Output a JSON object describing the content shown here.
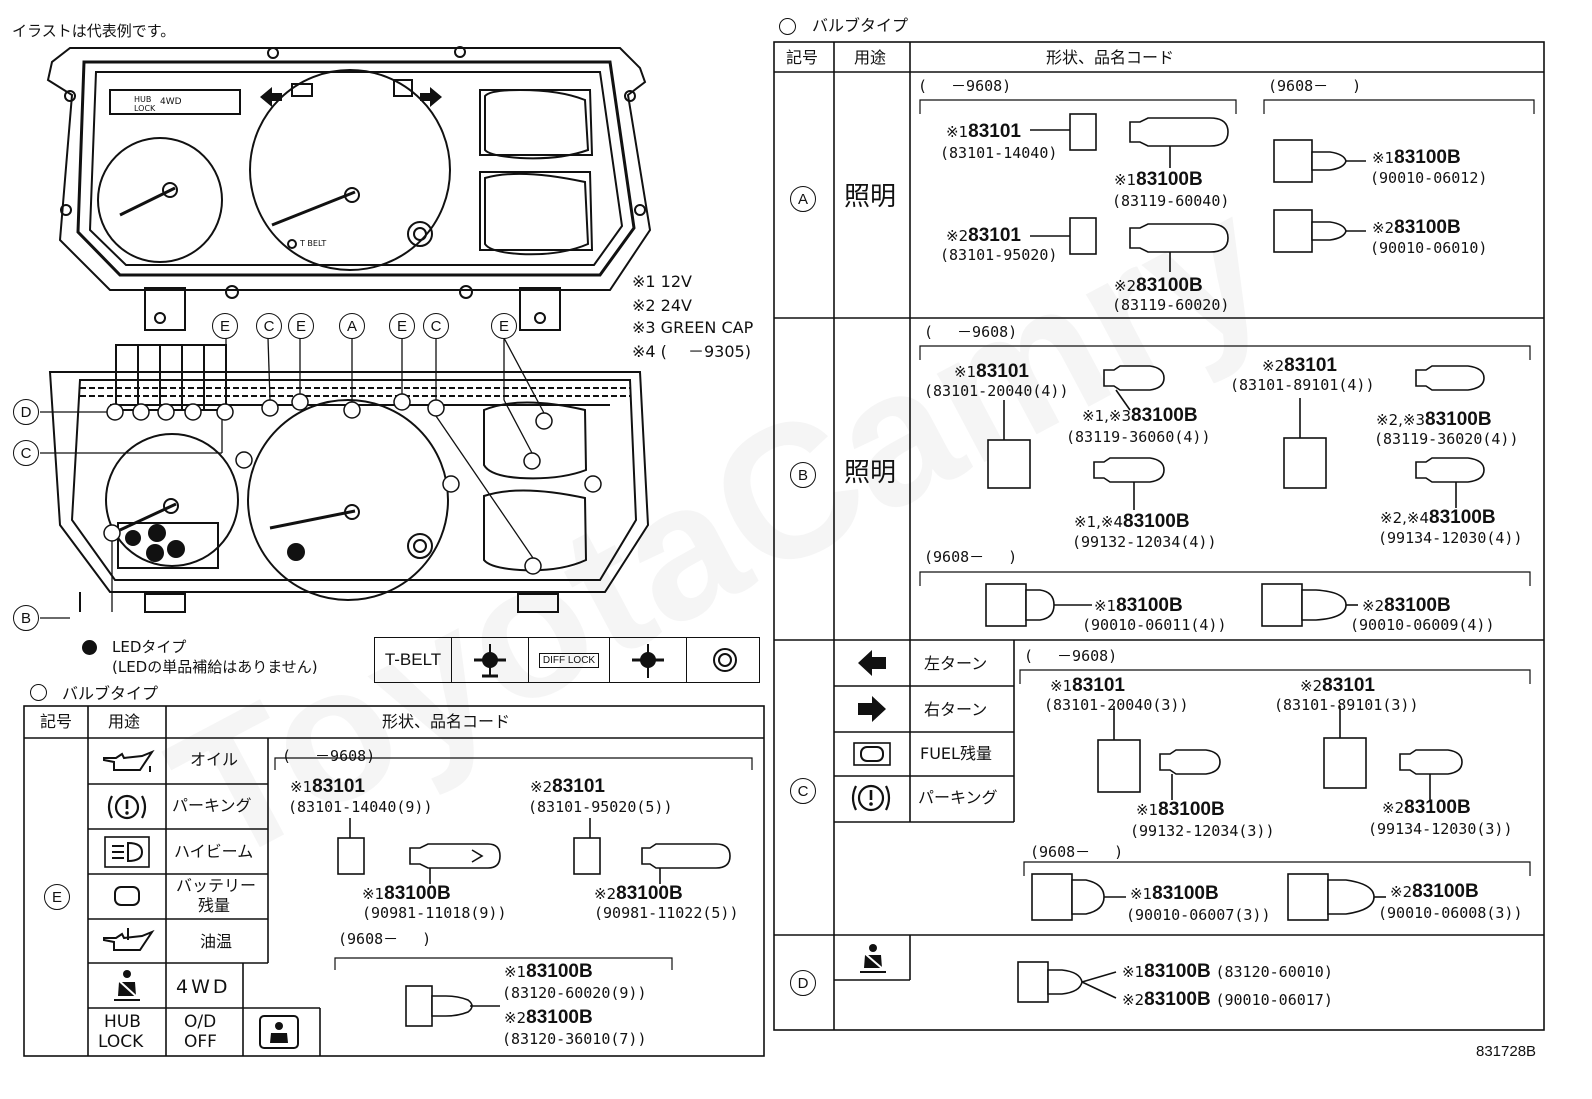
{
  "illustration_note": "イラストは代表例です。",
  "notes": [
    "※1 12V",
    "※2 24V",
    "※3 GREEN CAP",
    "※4 (　 －9305)"
  ],
  "legend_led": {
    "line1": "LEDタイプ",
    "line2": "(LEDの単品補給はありません)"
  },
  "indicator_strip": {
    "tbelt": "T-BELT",
    "difflock": "DIFF LOCK"
  },
  "gauge_labels": {
    "hub": "HUB",
    "lock": "LOCK",
    "fourwd": "4WD",
    "tbelt_small": "T BELT"
  },
  "callouts": {
    "A": "A",
    "B": "B",
    "C": "C",
    "D": "D",
    "E": "E"
  },
  "section_title": "バルブタイプ",
  "headers": {
    "symbol": "記号",
    "use": "用途",
    "shape": "形状、品名コード"
  },
  "right_table": {
    "A": {
      "use": "照明",
      "period_before": "(　 －9608)",
      "period_after": "(9608－　 )",
      "parts": [
        {
          "mark": "※1",
          "pn": "83101",
          "code": "(83101-14040)"
        },
        {
          "mark": "※1",
          "pn": "83100B",
          "code": "(83119-60040)"
        },
        {
          "mark": "※2",
          "pn": "83101",
          "code": "(83101-95020)"
        },
        {
          "mark": "※2",
          "pn": "83100B",
          "code": "(83119-60020)"
        },
        {
          "mark": "※1",
          "pn": "83100B",
          "code": "(90010-06012)"
        },
        {
          "mark": "※2",
          "pn": "83100B",
          "code": "(90010-06010)"
        }
      ]
    },
    "B": {
      "use": "照明",
      "period_before": "(　 －9608)",
      "period_after": "(9608－　 )",
      "parts": [
        {
          "mark": "※1",
          "pn": "83101",
          "code": "(83101-20040(4))"
        },
        {
          "mark": "※1,※3",
          "pn": "83100B",
          "code": "(83119-36060(4))"
        },
        {
          "mark": "※1,※4",
          "pn": "83100B",
          "code": "(99132-12034(4))"
        },
        {
          "mark": "※2",
          "pn": "83101",
          "code": "(83101-89101(4))"
        },
        {
          "mark": "※2,※3",
          "pn": "83100B",
          "code": "(83119-36020(4))"
        },
        {
          "mark": "※2,※4",
          "pn": "83100B",
          "code": "(99134-12030(4))"
        },
        {
          "mark": "※1",
          "pn": "83100B",
          "code": "(90010-06011(4))"
        },
        {
          "mark": "※2",
          "pn": "83100B",
          "code": "(90010-06009(4))"
        }
      ]
    },
    "C": {
      "uses": [
        "左ターン",
        "右ターン",
        "FUEL残量",
        "パーキング"
      ],
      "period_before": "(　 －9608)",
      "period_after": "(9608－　 )",
      "parts": [
        {
          "mark": "※1",
          "pn": "83101",
          "code": "(83101-20040(3))"
        },
        {
          "mark": "※2",
          "pn": "83101",
          "code": "(83101-89101(3))"
        },
        {
          "mark": "※1",
          "pn": "83100B",
          "code": "(99132-12034(3))"
        },
        {
          "mark": "※2",
          "pn": "83100B",
          "code": "(99134-12030(3))"
        },
        {
          "mark": "※1",
          "pn": "83100B",
          "code": "(90010-06007(3))"
        },
        {
          "mark": "※2",
          "pn": "83100B",
          "code": "(90010-06008(3))"
        }
      ]
    },
    "D": {
      "parts": [
        {
          "mark": "※1",
          "pn": "83100B",
          "code": "(83120-60010)"
        },
        {
          "mark": "※2",
          "pn": "83100B",
          "code": "(90010-06017)"
        }
      ]
    }
  },
  "left_table": {
    "E": {
      "uses": [
        "オイル",
        "パーキング",
        "ハイビーム",
        "バッテリー",
        "残量",
        "油温",
        "4WD",
        "HUB",
        "LOCK",
        "O/D",
        "OFF"
      ],
      "period_before": "(　 －9608)",
      "period_after": "(9608－　 )",
      "parts": [
        {
          "mark": "※1",
          "pn": "83101",
          "code": "(83101-14040(9))"
        },
        {
          "mark": "※2",
          "pn": "83101",
          "code": "(83101-95020(5))"
        },
        {
          "mark": "※1",
          "pn": "83100B",
          "code": "(90981-11018(9))"
        },
        {
          "mark": "※2",
          "pn": "83100B",
          "code": "(90981-11022(5))"
        },
        {
          "mark": "※1",
          "pn": "83100B",
          "code": "(83120-60020(9))"
        },
        {
          "mark": "※2",
          "pn": "83100B",
          "code": "(83120-36010(7))"
        }
      ]
    }
  },
  "figure_id": "831728B"
}
